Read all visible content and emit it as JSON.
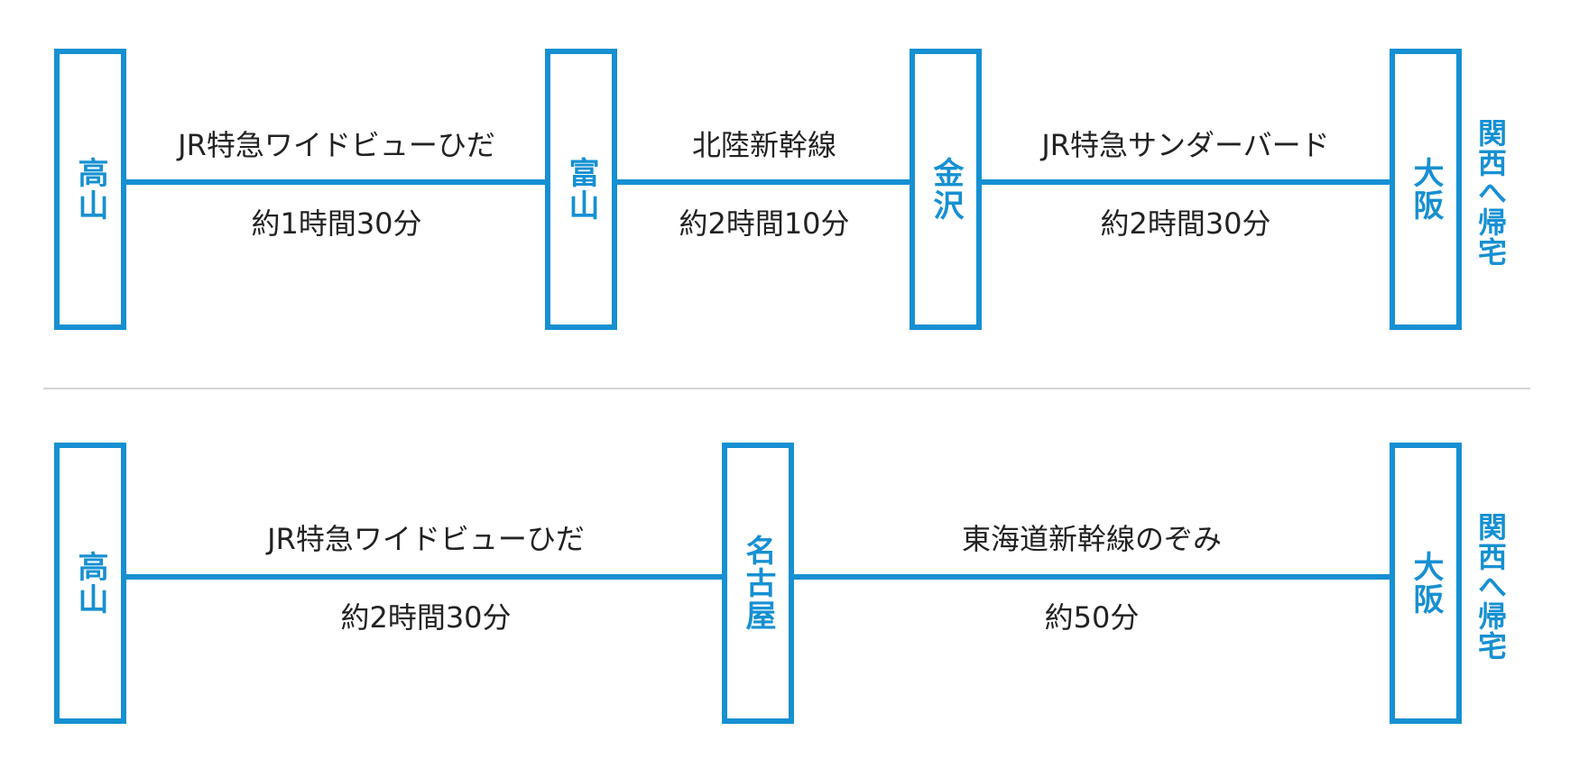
{
  "colors": {
    "accent": "#1690d2",
    "text": "#222222",
    "divider": "#d6d6d6"
  },
  "route1": {
    "stations": [
      "高山",
      "富山",
      "金沢",
      "大阪"
    ],
    "segments": [
      {
        "train": "JR特急ワイドビューひだ",
        "duration": "約1時間30分"
      },
      {
        "train": "北陸新幹線",
        "duration": "約2時間10分"
      },
      {
        "train": "JR特急サンダーバード",
        "duration": "約2時間30分"
      }
    ],
    "destination": "関西へ帰宅"
  },
  "route2": {
    "stations": [
      "高山",
      "名古屋",
      "大阪"
    ],
    "segments": [
      {
        "train": "JR特急ワイドビューひだ",
        "duration": "約2時間30分"
      },
      {
        "train": "東海道新幹線のぞみ",
        "duration": "約50分"
      }
    ],
    "destination": "関西へ帰宅"
  }
}
